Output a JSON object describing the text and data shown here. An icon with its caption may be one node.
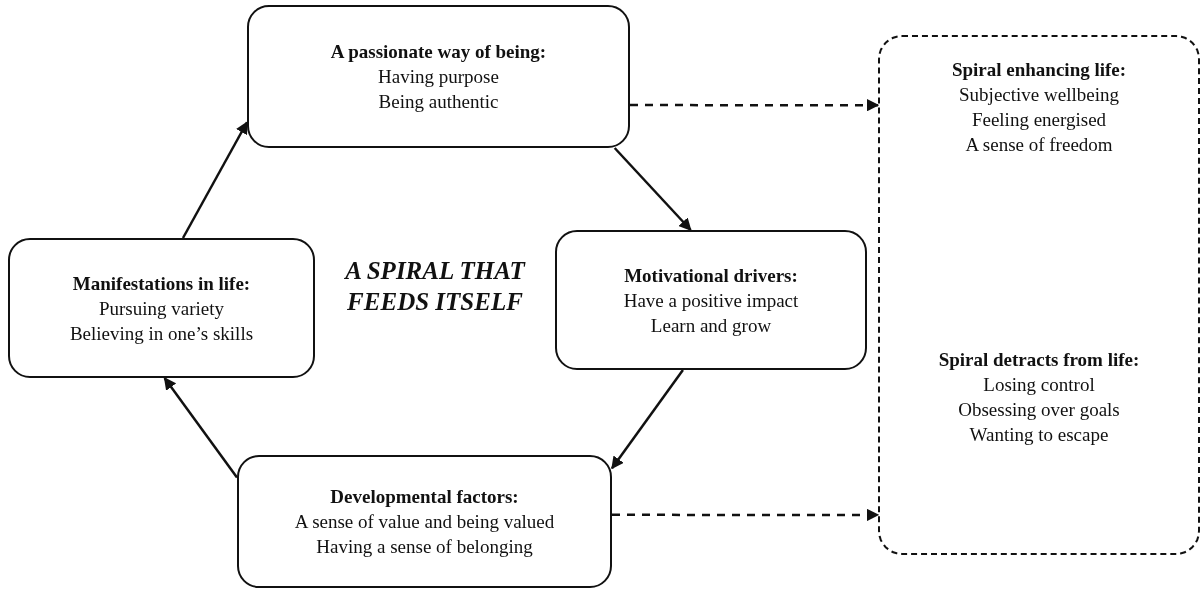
{
  "diagram": {
    "nodes": [
      {
        "text": [
          "A passionate way of being:",
          "Having purpose",
          "Being authentic"
        ]
      },
      {
        "text": [
          "Motivational drivers:",
          "Have a positive impact",
          "Learn and grow"
        ]
      },
      {
        "text": [
          "Developmental factors:",
          "A sense of value and being valued",
          "Having a sense of belonging"
        ]
      },
      {
        "text": [
          "Manifestations in life:",
          "Pursuing variety",
          "Believing in one’s skills"
        ]
      },
      {
        "text": [
          "Spiral enhancing life:",
          "Subjective wellbeing",
          "Feeling energised",
          "A sense of freedom",
          "Spiral detracts from life:",
          "Losing control",
          "Obsessing over goals",
          "Wanting to escape"
        ]
      }
    ],
    "edges": [
      {
        "from": 0,
        "to": 1,
        "arrow": "to"
      },
      {
        "from": 1,
        "to": 2,
        "arrow": "to"
      },
      {
        "from": 2,
        "to": 3,
        "arrow": "to"
      },
      {
        "from": 3,
        "to": 0,
        "arrow": "to"
      },
      {
        "from": 0,
        "to": 4,
        "arrow": "to",
        "style": "dashed"
      },
      {
        "from": 2,
        "to": 4,
        "arrow": "to",
        "style": "dashed"
      }
    ],
    "labels": [
      "A SPIRAL THAT FEEDS ITSELF"
    ]
  }
}
